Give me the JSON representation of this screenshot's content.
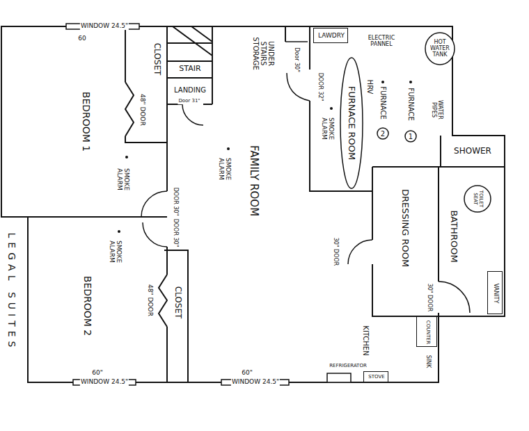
{
  "diagram": {
    "nodes": [
      {
        "text": [
          "BEDROOM 1"
        ]
      },
      {
        "text": [
          "CLOSET"
        ]
      },
      {
        "text": [
          "STAIR"
        ]
      },
      {
        "text": [
          "LANDING"
        ]
      },
      {
        "text": [
          "UNDER STAIRS STORAGE"
        ]
      },
      {
        "text": [
          "FAMILY ROOM"
        ]
      },
      {
        "text": [
          "LAWDRY"
        ]
      },
      {
        "text": [
          "HOT WATER TANK"
        ]
      },
      {
        "text": [
          "FURNACE ROOM"
        ]
      },
      {
        "text": [
          "1"
        ]
      },
      {
        "text": [
          "2"
        ]
      },
      {
        "text": [
          "SHOWER"
        ]
      },
      {
        "text": [
          "DRESSING ROOM"
        ]
      },
      {
        "text": [
          "BATHROOM"
        ]
      },
      {
        "text": [
          "TOILET SEAT"
        ],
        "in": 13
      },
      {
        "text": [
          "VANITY"
        ],
        "in": 13
      },
      {
        "text": [
          "BEDROOM 2"
        ]
      },
      {
        "text": [
          "CLOSET"
        ]
      },
      {
        "text": [
          "COUNTER"
        ]
      },
      {
        "text": [
          "STOVE"
        ]
      }
    ],
    "labels": [
      "WINDOW 24.5\"",
      "60",
      "48\" DOOR",
      "SMOKE ALARM",
      "DOOR 30\"",
      "DOOR 30\"",
      "SMOKE ALARM",
      "48\" DOOR",
      "60\"",
      "WINDOW 24.5\"",
      "Door 31\"",
      "Door 30\"",
      "SMOKE ALARM",
      "60\"",
      "WINDOW 24.5\"",
      "DOOR 32\"",
      "ELECTRIC PANNEL",
      "FURNACE",
      "FURNACE",
      "HRV",
      "SMOKE ALARM",
      "WATER PIPES",
      "30\" DOOR",
      "30\" DOOR",
      "KITCHEN",
      "SINK",
      "REFRIGERATOR",
      "LEGAL SUITES"
    ]
  }
}
